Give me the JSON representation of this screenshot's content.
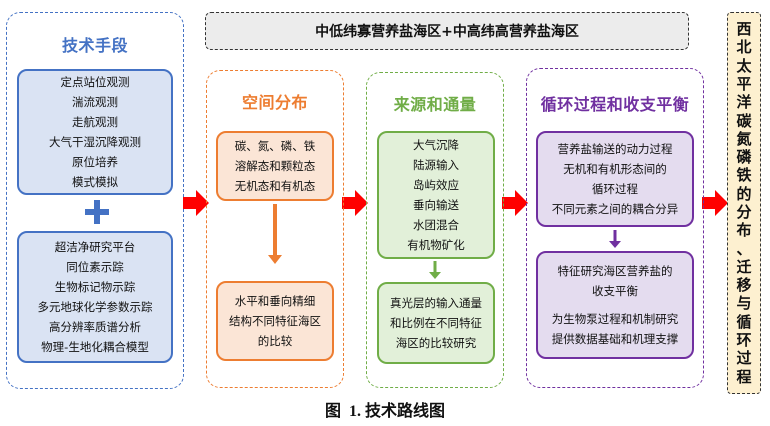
{
  "colors": {
    "blue": "#4472c4",
    "blue_fill": "#dae3f3",
    "orange": "#ed7d31",
    "orange_fill": "#fbe5d6",
    "green": "#70ad47",
    "green_fill": "#e2f0d9",
    "purple": "#7030a0",
    "purple_fill": "#e4dcef",
    "gray_fill": "#ececec",
    "tan_fill": "#fdf0d0",
    "red": "#ff0000"
  },
  "top_banner": {
    "label": "中低纬寡营养盐海区+中高纬高营养盐海区"
  },
  "techniques": {
    "title": "技术手段",
    "group1": [
      "定点站位观测",
      "湍流观测",
      "走航观测",
      "大气干湿沉降观测",
      "原位培养",
      "模式模拟"
    ],
    "plus_icon": "plus",
    "group2": [
      "超洁净研究平台",
      "同位素示踪",
      "生物标记物示踪",
      "多元地球化学参数示踪",
      "高分辨率质谱分析",
      "物理-生地化耦合模型"
    ]
  },
  "spatial": {
    "title": "空间分布",
    "box1": [
      "碳、氮、磷、铁",
      "溶解态和颗粒态",
      "无机态和有机态"
    ],
    "box2": [
      "水平和垂向精细",
      "结构不同特征海区",
      "的比较"
    ]
  },
  "source": {
    "title": "来源和通量",
    "box1": [
      "大气沉降",
      "陆源输入",
      "岛屿效应",
      "垂向输送",
      "水团混合",
      "有机物矿化"
    ],
    "box2": [
      "真光层的输入通量",
      "和比例在不同特征",
      "海区的比较研究"
    ]
  },
  "cycle": {
    "title": "循环过程和收支平衡",
    "box1": [
      "营养盐输送的动力过程",
      "无机和有机形态间的",
      "循环过程",
      "不同元素之间的耦合分异"
    ],
    "box2a": [
      "特征研究海区营养盐的",
      "收支平衡"
    ],
    "box2b": [
      "为生物泵过程和机制研究",
      "提供数据基础和机理支撑"
    ]
  },
  "goal": {
    "chars": [
      "西",
      "北",
      "太",
      "平",
      "洋",
      "碳",
      "氮",
      "磷",
      "铁",
      "的",
      "分",
      "布",
      "、",
      "迁",
      "移",
      "与",
      "循",
      "环",
      "过",
      "程"
    ]
  },
  "caption": "图  1. 技术路线图"
}
